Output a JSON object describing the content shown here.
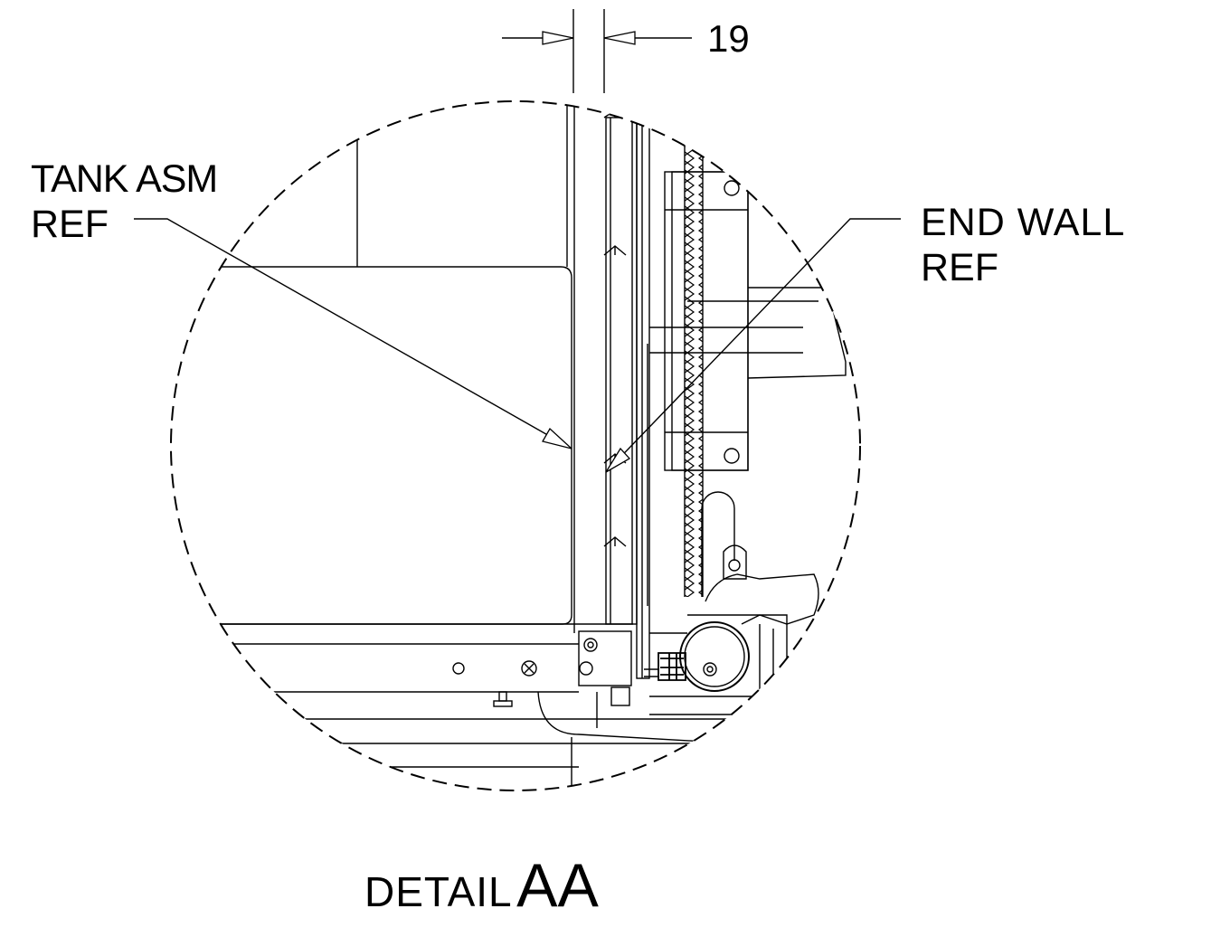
{
  "drawing": {
    "dimension": {
      "value": "19"
    },
    "callouts": {
      "tank": {
        "line1": "TANK ASM",
        "line2": "REF"
      },
      "end_wall": {
        "line1": "END WALL",
        "line2": "REF"
      }
    },
    "title": {
      "prefix": "DETAIL",
      "name": "AA"
    },
    "colors": {
      "ink": "#000000",
      "background": "#ffffff"
    }
  }
}
